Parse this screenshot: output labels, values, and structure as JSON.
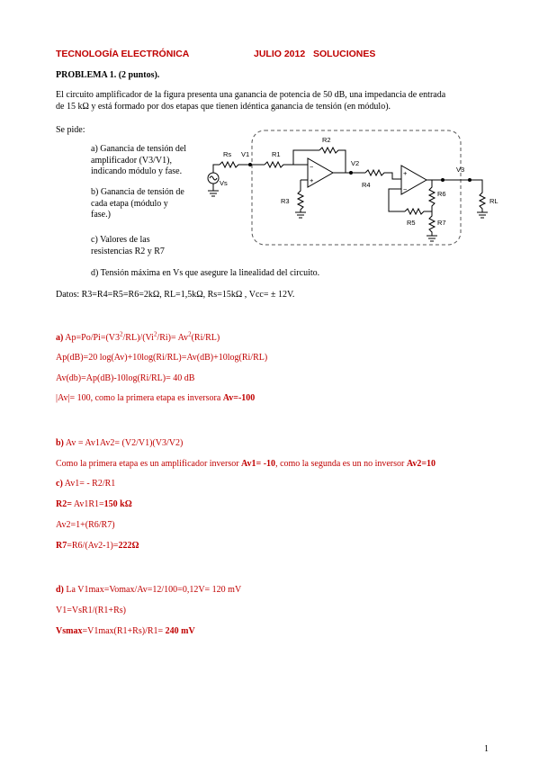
{
  "header": {
    "left": "TECNOLOGÍA ELECTRÓNICA",
    "right": "JULIO 2012   SOLUCIONES"
  },
  "problem_title": "PROBLEMA 1. (2 puntos).",
  "intro": {
    "line1": "El circuito amplificador de la figura  presenta una ganancia de potencia de 50 dB, una impedancia de entrada",
    "line2": "de 15 kΩ  y está formado por dos etapas que tienen idéntica ganancia de tensión (en módulo)."
  },
  "se_pide": "Se pide:",
  "questions": {
    "a": [
      "a) Ganancia de tensión del",
      "amplificador (V3/V1),",
      "indicando módulo y fase."
    ],
    "b": [
      "b) Ganancia de tensión de",
      "cada etapa  (módulo y",
      "fase.)"
    ],
    "c": [
      "c) Valores de las",
      "resistencias R2 y R7"
    ],
    "d": "d) Tensión máxima  en Vs que asegure la linealidad del circuito."
  },
  "datos": "Datos: R3=R4=R5=R6=2kΩ, RL=1,5kΩ, Rs=15kΩ , Vcc= ± 12V.",
  "circuit_labels": {
    "rs": "Rs",
    "v1": "V1",
    "r1": "R1",
    "r2": "R2",
    "v2": "V2",
    "r3": "R3",
    "r4": "R4",
    "v3": "V3",
    "r6": "R6",
    "rl": "RL",
    "r5": "R5",
    "r7": "R7",
    "vs": "Vs"
  },
  "sol_a": {
    "l1_label": "a)",
    "l1_pre": " Ap=Po/Pi=(V3",
    "l1_sup1": "2",
    "l1_mid": "/RL)/(Vi",
    "l1_sup2": "2",
    "l1_mid2": "/Ri)= Av",
    "l1_sup3": "2",
    "l1_end": "(Ri/RL)",
    "l2": "Ap(dB)=20 log(Av)+10log(Ri/RL)=Av(dB)+10log(Ri/RL)",
    "l3": "Av(db)=Ap(dB)-10log(Ri/RL)= 40 dB",
    "l4_pre": "|Av|= 100, como la primera etapa es inversora ",
    "l4_bold": "Av=-100"
  },
  "sol_b": {
    "l1_label": "b)",
    "l1_rest": " Av = Av1Av2= (V2/V1)(V3/V2)",
    "l2_pre": "Como la primera etapa es un amplificador inversor ",
    "l2_b1": "Av1= -10",
    "l2_mid": ", como la segunda es un no inversor ",
    "l2_b2": "Av2=10"
  },
  "sol_c": {
    "l1_label": "c)",
    "l1_rest": " Av1= - R2/R1",
    "l2_b1": "R2=",
    "l2_mid": " Av1R1=",
    "l2_b2": "150 kΩ",
    "l3": "Av2=1+(R6/R7)",
    "l4_b1": "R7",
    "l4_mid": "=R6/(Av2-1)=",
    "l4_b2": "222Ω"
  },
  "sol_d": {
    "l1_label": "d)",
    "l1_rest": " La V1max=Vomax/Av=12/100=0,12V= 120 mV",
    "l2": "V1=VsR1/(R1+Rs)",
    "l3_b1": "Vsmax",
    "l3_mid": "=V1max(R1+Rs)/R1=",
    "l3_b2": " 240 mV"
  },
  "page_number": "1"
}
